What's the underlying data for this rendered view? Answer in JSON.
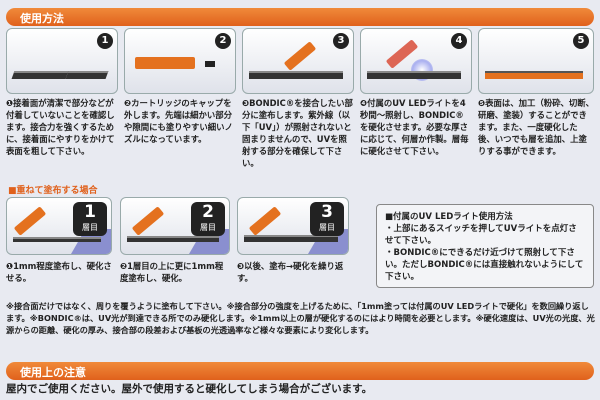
{
  "header": {
    "title": "使用方法"
  },
  "steps": [
    {
      "num": "1",
      "text": "❶接着面が清潔で部分などが付着していないことを確認します。接合力を強くするために、接着面にやすりをかけて表面を粗して下さい。"
    },
    {
      "num": "2",
      "text": "❷カートリッジのキャップを外します。先端は細かい部分や隙間にも塗りやすい細いノズルになっています。"
    },
    {
      "num": "3",
      "text": "❸BONDIC®を接合したい部分に塗布します。紫外線（以下「UV」）が照射されないと固まりませんので、UVを照射する部分を確保して下さい。"
    },
    {
      "num": "4",
      "text": "❹付属のUV LEDライトを4秒間～照射し、BONDIC®を硬化させます。必要な厚さに応じて、何層か作製。層毎に硬化させて下さい。"
    },
    {
      "num": "5",
      "text": "❺表面は、加工（粉砕、切断、研磨、塗装）することができます。また、一度硬化した後、いつでも層を追加、上塗りする事ができます。"
    }
  ],
  "layers": {
    "title": "■重ねて塗布する場合",
    "layer_label": "層目",
    "items": [
      {
        "num": "1",
        "text": "❶1mm程度塗布し、硬化させる。"
      },
      {
        "num": "2",
        "text": "❷1層目の上に更に1mm程度塗布し、硬化。"
      },
      {
        "num": "3",
        "text": "❸以後、塗布→硬化を繰り返す。"
      }
    ]
  },
  "uv_info": {
    "title": "■付属のUV LEDライト使用方法",
    "items": [
      "・上部にあるスイッチを押してUVライトを点灯させて下さい。",
      "・BONDIC®にできるだけ近づけて照射して下さい。ただしBONDIC®には直接触れないようにして下さい。"
    ]
  },
  "notes": "※接合面だけではなく、周りを覆うように塗布して下さい。※接合部分の強度を上げるために、「1mm塗っては付属のUV LEDライトで硬化」を数回繰り返します。※BONDIC®は、UV光が到達できる所でのみ硬化します。※1mm以上の層が硬化するのにはより時間を必要とします。※硬化速度は、UV光の光度、光源からの距離、硬化の厚み、接合部の段差および基板の光透過率など様々な要素により変化します。",
  "caution": {
    "title": "使用上の注意",
    "text": "屋内でご使用ください。屋外で使用すると硬化してしまう場合がございます。"
  }
}
